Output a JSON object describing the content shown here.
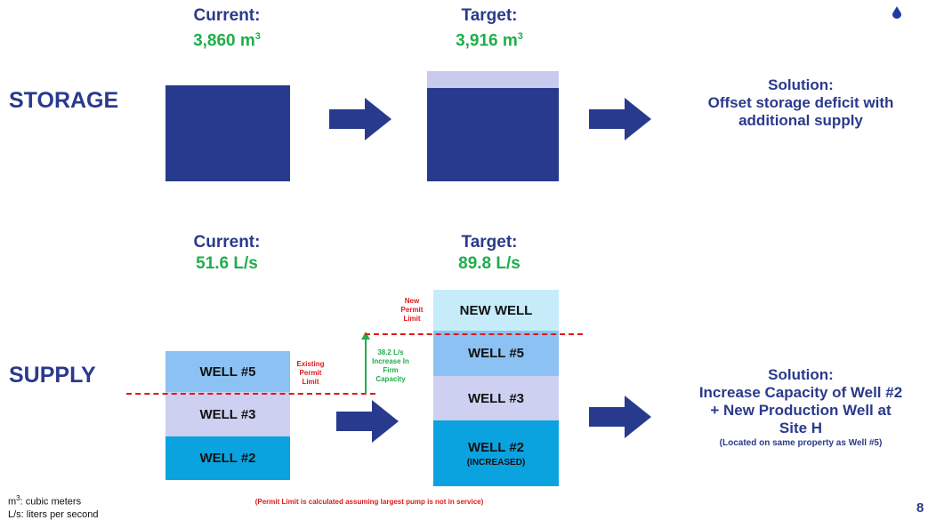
{
  "storage": {
    "section_label": "STORAGE",
    "current_label": "Current:",
    "current_value": "3,860 m",
    "current_sup": "3",
    "target_label": "Target:",
    "target_value": "3,916 m",
    "target_sup": "3",
    "solution_label": "Solution:",
    "solution_text_1": "Offset storage deficit with",
    "solution_text_2": "additional supply"
  },
  "supply": {
    "section_label": "SUPPLY",
    "current_label": "Current:",
    "current_value": "51.6 L/s",
    "target_label": "Target:",
    "target_value": "89.8 L/s",
    "current_wells": [
      "WELL #5",
      "WELL #3",
      "WELL #2"
    ],
    "target_wells": [
      {
        "label": "NEW WELL",
        "sub": ""
      },
      {
        "label": "WELL #5",
        "sub": ""
      },
      {
        "label": "WELL #3",
        "sub": ""
      },
      {
        "label": "WELL #2",
        "sub": "(INCREASED)"
      }
    ],
    "existing_limit": [
      "Existing",
      "Permit",
      "Limit"
    ],
    "new_limit": [
      "New",
      "Permit",
      "Limit"
    ],
    "increase_note": [
      "38.2 L/s",
      "Increase In",
      "Firm",
      "Capacity"
    ],
    "permit_note": "(Permit Limit is calculated assuming largest pump is not in service)",
    "solution_label": "Solution:",
    "solution_text_1": "Increase Capacity of Well #2",
    "solution_text_2": "+ New Production Well at",
    "solution_text_3": "Site H",
    "solution_note": "(Located on same property as Well #5)"
  },
  "footnotes": {
    "m3_sup": "3",
    "m3_base": "m",
    "m3_text": ": cubic meters",
    "ls_text": "L/s: liters per second"
  },
  "page_number": "8",
  "colors": {
    "navy": "#283a8e",
    "green": "#1fae4b",
    "red": "#e01818",
    "well_new": "#c6ecf9",
    "well_5": "#8cc2f3",
    "well_3": "#cdd0f0",
    "well_2": "#0aa3df"
  },
  "icons": [
    "water-drop-icon",
    "arrow-right-icon"
  ]
}
